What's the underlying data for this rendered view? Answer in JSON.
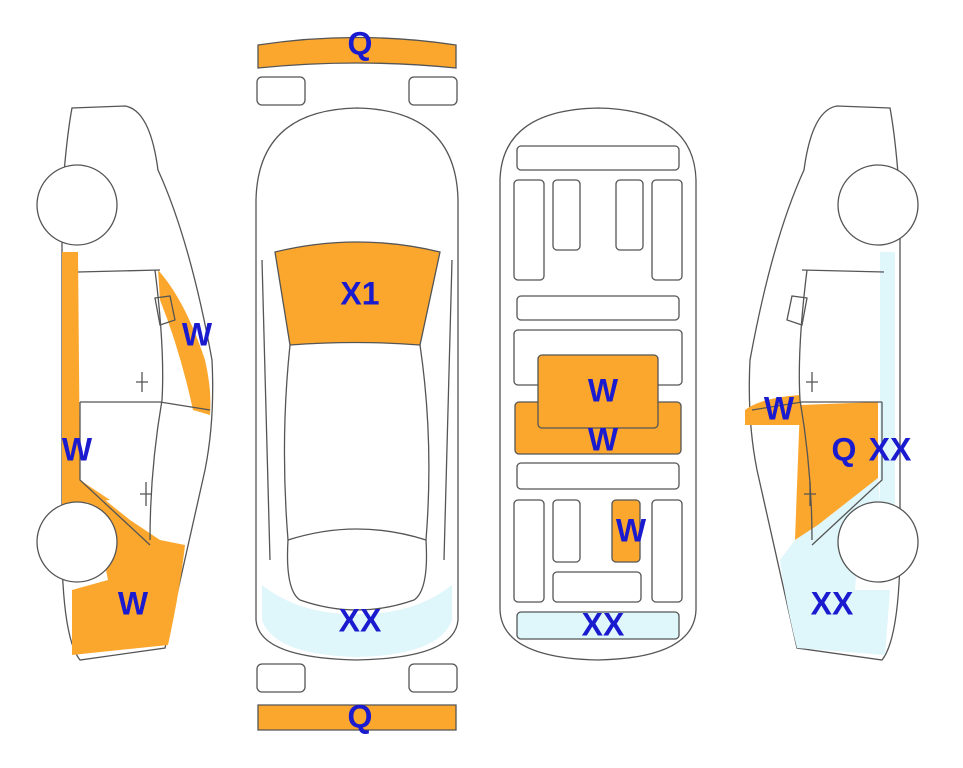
{
  "colors": {
    "damage_orange": "#FBA72E",
    "paint_light_blue": "#DFF6FB",
    "outline_gray": "#555555",
    "label_blue": "#1A1ACF"
  },
  "labels": {
    "front_bumper": "Q",
    "rear_bumper": "Q",
    "windshield": "X1",
    "top_rear": "XX",
    "interior_seat_back": "W",
    "interior_seat": "W",
    "interior_console": "W",
    "interior_trunk": "XX",
    "left_pillar": "W",
    "left_sill": "W",
    "left_quarter": "W",
    "right_mirror": "W",
    "right_door": "Q",
    "right_pillar": "XX",
    "right_quarter": "XX"
  }
}
